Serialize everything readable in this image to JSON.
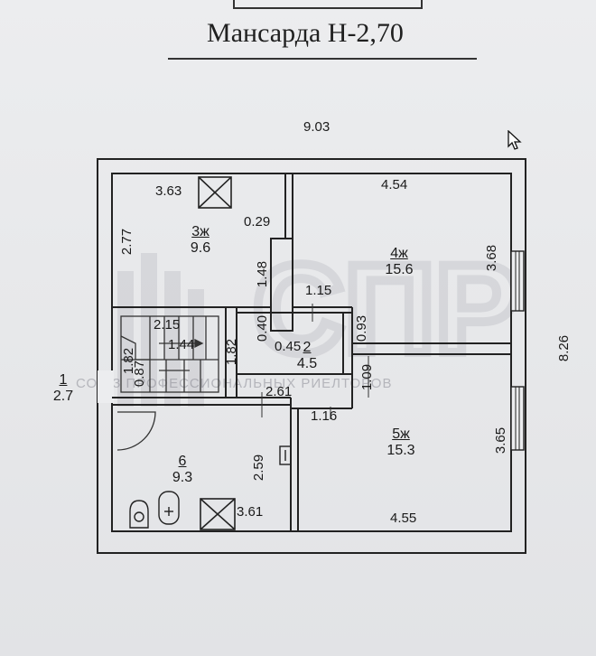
{
  "title": "Мансарда Н-2,70",
  "watermark": {
    "logo_text": "СПР",
    "text": "СОЮЗ ПРОФЕССИОНАЛЬНЫХ РИЕЛТОРОВ"
  },
  "dimensions": {
    "overall_width": "9.03",
    "overall_height": "8.26",
    "d_363": "3.63",
    "d_454": "4.54",
    "d_029": "0.29",
    "d_277": "2.77",
    "d_148": "1.48",
    "d_368": "3.68",
    "d_115": "1.15",
    "d_040": "0.40",
    "d_093": "0.93",
    "d_215": "2.15",
    "d_144": "1.44",
    "d_182a": "1.82",
    "d_087": "0.87",
    "d_182b": "1.82",
    "d_045": "0.45",
    "d_109": "1.09",
    "d_261": "2.61",
    "d_116": "1.16",
    "d_259": "2.59",
    "d_365": "3.65",
    "d_361": "3.61",
    "d_455": "4.55"
  },
  "rooms": [
    {
      "number": "1",
      "area": "2.7"
    },
    {
      "number": "2",
      "area": "4.5"
    },
    {
      "number": "3ж",
      "area": "9.6"
    },
    {
      "number": "4ж",
      "area": "15.6"
    },
    {
      "number": "5ж",
      "area": "15.3"
    },
    {
      "number": "6",
      "area": "9.3"
    }
  ]
}
